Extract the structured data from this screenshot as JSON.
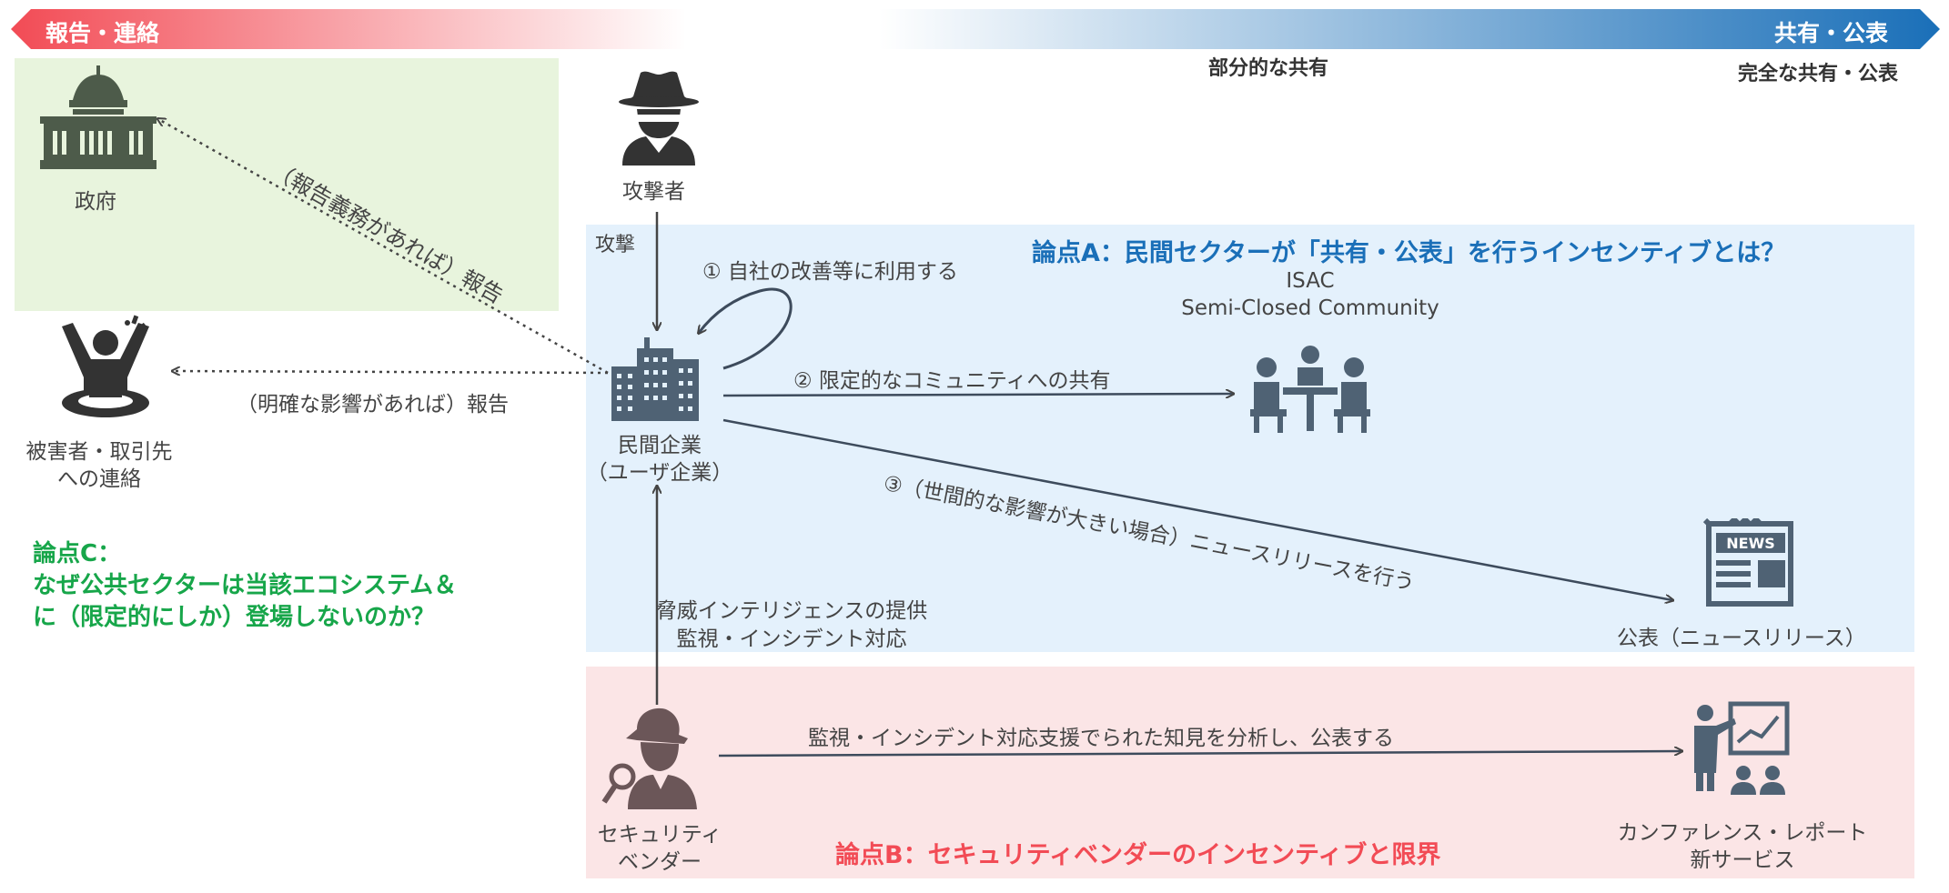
{
  "top_bar": {
    "left_label": "報告・連絡",
    "right_label": "共有・公表",
    "mid_caption": "部分的な共有",
    "right_caption": "完全な共有・公表",
    "colors": {
      "left": "#f24b55",
      "right": "#1a6fb8"
    }
  },
  "regions": {
    "government_bg": "#e8f4dd",
    "private_bg": "#e4f1fc",
    "vendor_bg": "#fbe5e6"
  },
  "nodes": {
    "government": "政府",
    "attacker": "攻撃者",
    "victims": [
      "被害者・取引先",
      "への連絡"
    ],
    "company": [
      "民間企業",
      "（ユーザ企業）"
    ],
    "isac": [
      "ISAC",
      "Semi-Closed Community"
    ],
    "news": "公表（ニュースリリース）",
    "vendor": [
      "セキュリティ",
      "ベンダー"
    ],
    "conference": [
      "カンファレンス・レポート",
      "新サービス"
    ]
  },
  "edges": {
    "attack": "攻撃",
    "self_use": "① 自社の改善等に利用する",
    "limited_share": "② 限定的なコミュニティへの共有",
    "news_release": "③（世間的な影響が大きい場合）ニュースリリースを行う",
    "gov_report": "（報告義務があれば）報告",
    "victim_report": "（明確な影響があれば）報告",
    "vendor_service": [
      "脅威インテリジェンスの提供",
      "監視・インシデント対応"
    ],
    "vendor_publish": "監視・インシデント対応支援でられた知見を分析し、公表する"
  },
  "issues": {
    "a": "論点A：民間セクターが「共有・公表」を行うインセンティブとは？",
    "b": "論点B：セキュリティベンダーのインセンティブと限界",
    "c": [
      "論点C：",
      "なぜ公共セクターは当該エコシステム＆",
      "に（限定的にしか）登場しないのか？"
    ],
    "colors": {
      "a": "#1a6fb8",
      "b": "#f24b55",
      "c": "#17a64a"
    }
  },
  "icons": [
    "capitol-icon",
    "spy-icon",
    "distressed-person-icon",
    "office-building-icon",
    "meeting-icon",
    "newspaper-icon",
    "detective-icon",
    "presenter-icon"
  ]
}
